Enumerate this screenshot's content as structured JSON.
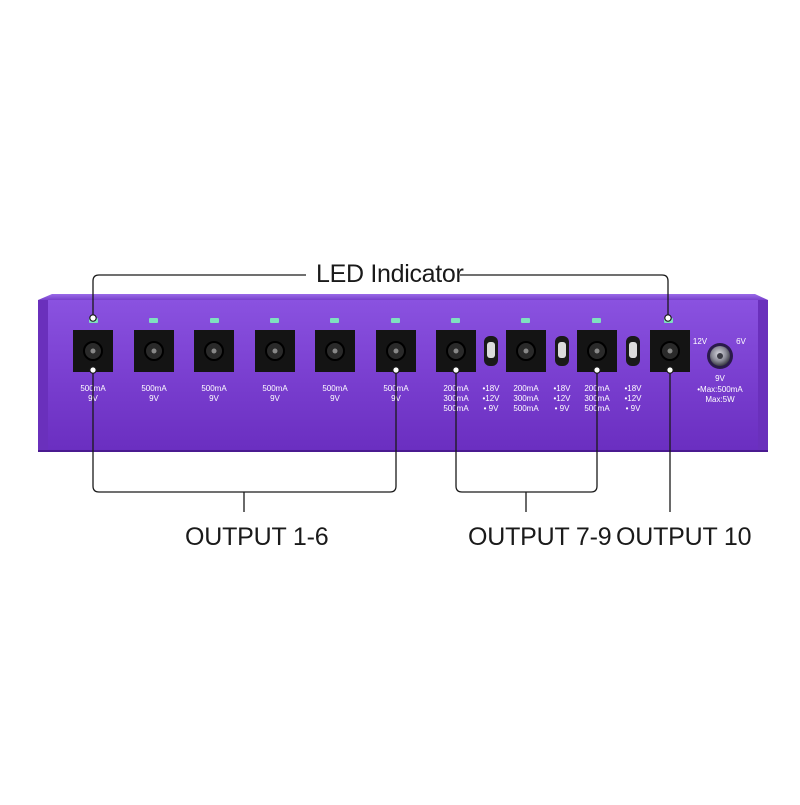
{
  "callouts": {
    "led_indicator": "LED Indicator",
    "output_1_6": "OUTPUT 1-6",
    "output_7_9": "OUTPUT 7-9",
    "output_10": "OUTPUT 10"
  },
  "outputs": [
    {
      "current": "500mA",
      "voltage": "9V"
    },
    {
      "current": "500mA",
      "voltage": "9V"
    },
    {
      "current": "500mA",
      "voltage": "9V"
    },
    {
      "current": "500mA",
      "voltage": "9V"
    },
    {
      "current": "500mA",
      "voltage": "9V"
    },
    {
      "current": "500mA",
      "voltage": "9V"
    },
    {
      "currents": [
        "200mA",
        "300mA",
        "500mA"
      ],
      "voltages": [
        "•18V",
        "•12V",
        "• 9V"
      ]
    },
    {
      "currents": [
        "200mA",
        "300mA",
        "500mA"
      ],
      "voltages": [
        "•18V",
        "•12V",
        "• 9V"
      ]
    },
    {
      "currents": [
        "200mA",
        "300mA",
        "500mA"
      ],
      "voltages": [
        "•18V",
        "•12V",
        "• 9V"
      ]
    }
  ],
  "output10": {
    "knob_left": "12V",
    "knob_right": "6V",
    "knob_bottom": "9V",
    "max_current": "•Max:500mA",
    "max_power": "Max:5W"
  },
  "colors": {
    "panel_purple": "#7a3fd0",
    "panel_dark": "#5a22a8",
    "led_green": "#7fe0c0",
    "jack_black": "#141414"
  }
}
